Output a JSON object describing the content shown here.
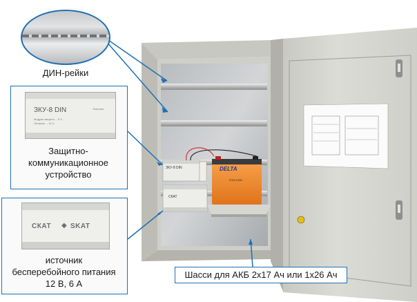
{
  "callouts": {
    "din_rails": {
      "label": "ДИН-рейки"
    },
    "protection_device": {
      "line1": "Защитно-",
      "line2": "коммуникационное",
      "line3": "устройство",
      "module_model": "ЗКУ-8 DIN",
      "module_brand": "Бастион",
      "module_spec_1": "Модуль защиты ... 8 V",
      "module_spec_2": "Питание ... 12 V"
    },
    "ups": {
      "line1": "источник",
      "line2": "бесперебойного питания",
      "line3": "12 В, 6 А",
      "brand_left": "СКАТ",
      "brand_right": "SKAT"
    },
    "chassis": {
      "label": "Шасси для АКБ 2х17 Ач или 1х26 Ач"
    }
  },
  "cabinet": {
    "zku_label": "ЗКУ-8 DIN",
    "battery_brand": "DELTA",
    "battery_model": "DTM 1226",
    "ups_label": "СКАТ"
  },
  "colors": {
    "accent": "#1d6fb5",
    "cabinet_body": "#d9d9d4",
    "battery_orange": "#f28a24"
  }
}
